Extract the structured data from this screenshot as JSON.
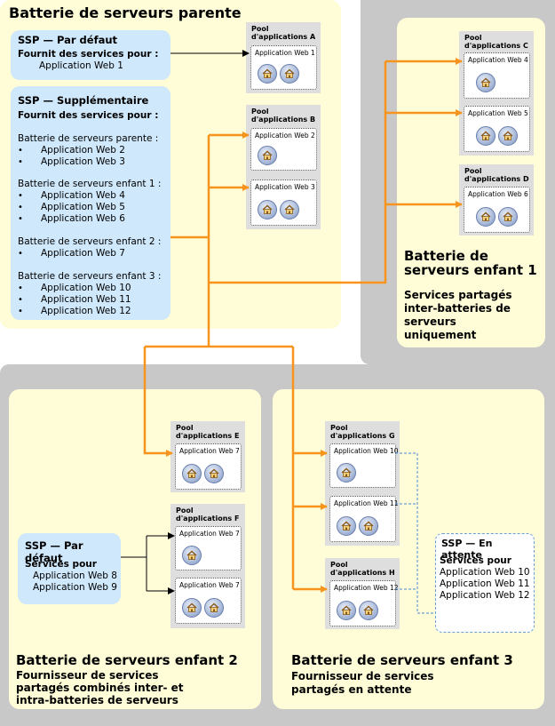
{
  "parent_farm": {
    "title": "Batterie de serveurs parente",
    "ssp_default": {
      "title": "SSP — Par défaut",
      "provides": "Fournit des services pour :",
      "app": "Application Web 1"
    },
    "ssp_extra": {
      "title": "SSP — Supplémentaire",
      "provides": "Fournit des services pour :",
      "group1": "Batterie de serveurs parente :",
      "group1_items": [
        "Application Web 2",
        "Application Web 3"
      ],
      "group2": "Batterie de serveurs enfant 1 :",
      "group2_items": [
        "Application Web 4",
        "Application Web 5",
        "Application Web 6"
      ],
      "group3": "Batterie de serveurs enfant 2 :",
      "group3_items": [
        "Application Web 7"
      ],
      "group4": "Batterie de serveurs enfant 3 :",
      "group4_items": [
        "Application Web 10",
        "Application Web 11",
        "Application Web 12"
      ]
    },
    "pool_a": {
      "title1": "Pool",
      "title2": "d'applications A",
      "app": "Application Web 1"
    },
    "pool_b": {
      "title1": "Pool",
      "title2": "d'applications B",
      "app1": "Application Web 2",
      "app2": "Application Web 3"
    }
  },
  "child1": {
    "title1": "Batterie de",
    "title2": "serveurs enfant 1",
    "sub1": "Services partagés",
    "sub2": "inter-batteries de",
    "sub3": "serveurs",
    "sub4": "uniquement",
    "pool_c": {
      "title1": "Pool",
      "title2": "d'applications C",
      "app1": "Application Web 4",
      "app2": "Application Web 5"
    },
    "pool_d": {
      "title1": "Pool",
      "title2": "d'applications D",
      "app": "Application Web 6"
    }
  },
  "child2": {
    "title": "Batterie de serveurs enfant 2",
    "sub1": "Fournisseur de services",
    "sub2": "partagés combinés inter- et",
    "sub3": "intra-batteries de serveurs",
    "ssp": {
      "title": "SSP — Par défaut",
      "provides": "Services pour",
      "app1": "Application Web 8",
      "app2": "Application Web 9"
    },
    "pool_e": {
      "title1": "Pool",
      "title2": "d'applications E",
      "app": "Application Web 7"
    },
    "pool_f": {
      "title1": "Pool",
      "title2": "d'applications F",
      "app1": "Application Web 7",
      "app2": "Application Web 7"
    }
  },
  "child3": {
    "title": "Batterie de serveurs enfant 3",
    "sub1": "Fournisseur de services",
    "sub2": "partagés en attente",
    "ssp_waiting": {
      "title": "SSP — En attente",
      "provides": "Services pour",
      "app1": "Application Web 10",
      "app2": "Application Web 11",
      "app3": "Application Web 12"
    },
    "pool_g": {
      "title1": "Pool",
      "title2": "d'applications G",
      "app1": "Application Web 10",
      "app2": "Application Web 11"
    },
    "pool_h": {
      "title1": "Pool",
      "title2": "d'applications H",
      "app": "Application Web 12"
    }
  },
  "bullet": "•",
  "icon": "website-home-icon",
  "colors": {
    "connector": "#f7941d",
    "farm": "#fffdd7",
    "ssp": "#cfe8fb",
    "gray": "#c8c8c8",
    "waiting_border": "#6a9fd8"
  }
}
